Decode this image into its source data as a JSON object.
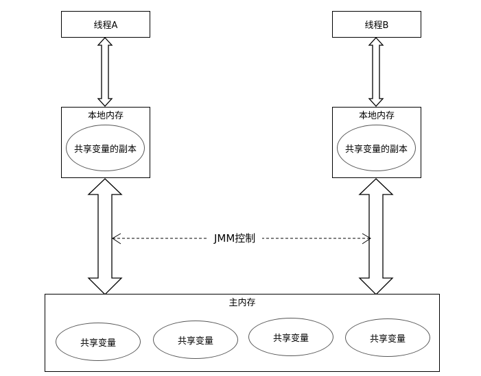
{
  "threads": [
    {
      "label": "线程A",
      "local_memory_label": "本地内存",
      "copy_label": "共享变量的副本"
    },
    {
      "label": "线程B",
      "local_memory_label": "本地内存",
      "copy_label": "共享变量的副本"
    }
  ],
  "control_label": "JMM控制",
  "main_memory": {
    "label": "主内存",
    "variables": [
      "共享变量",
      "共享变量",
      "共享变量",
      "共享变量"
    ]
  }
}
